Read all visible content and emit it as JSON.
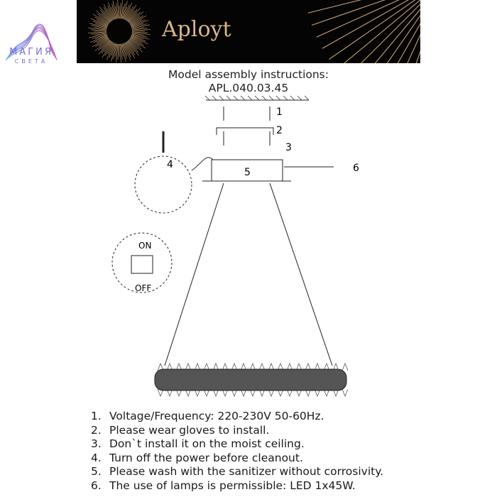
{
  "logo": {
    "line1": "МАГИЯ",
    "line2": "СВЕТА"
  },
  "banner": {
    "brand": "Aployt"
  },
  "heading": {
    "line1": "Model assembly instructions:",
    "line2": "APL.040.03.45"
  },
  "diagram": {
    "steps": [
      "1",
      "2",
      "3",
      "4",
      "5",
      "6"
    ],
    "switch_on": "ON",
    "switch_off": "OFF"
  },
  "instructions": [
    {
      "num": "1.",
      "text": "Voltage/Frequency: 220-230V 50-60Hz."
    },
    {
      "num": "2.",
      "text": "Please wear gloves to install."
    },
    {
      "num": "3.",
      "text": "Don`t install it on the moist ceiling."
    },
    {
      "num": "4.",
      "text": "Turn off the power before cleanout."
    },
    {
      "num": "5.",
      "text": "Please wash with the sanitizer without corrosivity."
    },
    {
      "num": "6.",
      "text": "The use of lamps is permissible: LED 1x45W."
    }
  ]
}
